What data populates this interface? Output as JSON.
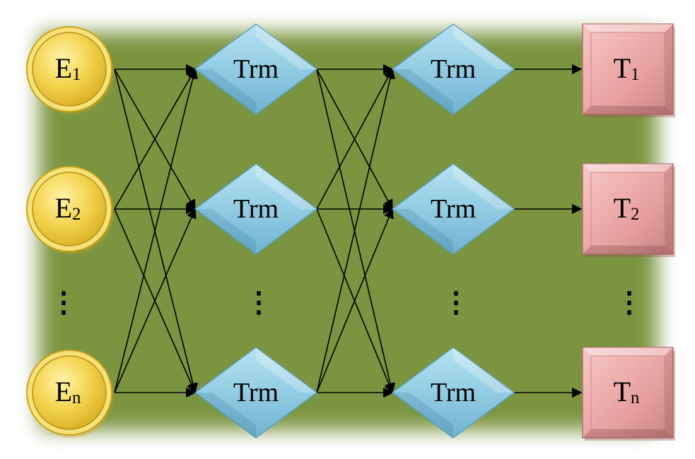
{
  "colors": {
    "background_panel": "#7a9440",
    "embedding_fill": "#f2d24f",
    "embedding_ring": "#c9a21a",
    "transformer_fill": "#92cce3",
    "transformer_edge": "#5d9fbd",
    "output_fill": "#e8a0a0",
    "output_edge": "#b86f6f",
    "arrow": "#000000"
  },
  "diagram": {
    "inputs": [
      {
        "letter": "E",
        "sub": "1"
      },
      {
        "letter": "E",
        "sub": "2"
      },
      {
        "letter": "E",
        "sub": "n"
      }
    ],
    "layer1": [
      {
        "label": "Trm"
      },
      {
        "label": "Trm"
      },
      {
        "label": "Trm"
      }
    ],
    "layer2": [
      {
        "label": "Trm"
      },
      {
        "label": "Trm"
      },
      {
        "label": "Trm"
      }
    ],
    "outputs": [
      {
        "letter": "T",
        "sub": "1"
      },
      {
        "letter": "T",
        "sub": "2"
      },
      {
        "letter": "T",
        "sub": "n"
      }
    ],
    "ellipsis": "⋮"
  }
}
